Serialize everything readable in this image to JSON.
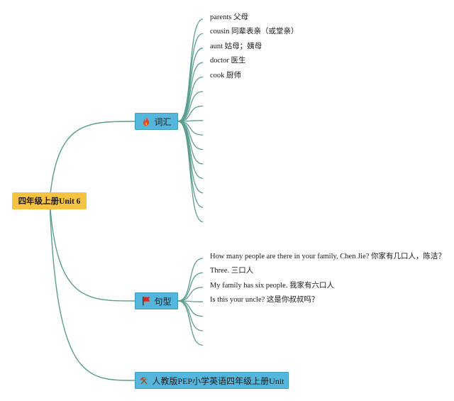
{
  "root": {
    "label": "四年级上册Unit 6"
  },
  "branches": {
    "vocab": {
      "label": "词汇",
      "icon": "fire-icon",
      "leaves": [
        "parents 父母",
        "cousin 同辈表亲（或堂亲）",
        "aunt 姑母；姨母",
        "doctor 医生",
        "cook 厨师",
        "",
        "",
        "",
        "",
        "",
        "",
        "",
        "",
        "",
        ""
      ]
    },
    "sentences": {
      "label": "句型",
      "icon": "flag-icon",
      "leaves": [
        "How many people are there in your family, Chen Jie? 你家有几口人，陈洁？",
        "Three. 三口人",
        "My family has six people. 我家有六口人",
        "Is this your uncle? 这是你叔叔吗？",
        "",
        "",
        ""
      ]
    },
    "book": {
      "label": "人教版PEP小学英语四年级上册Unit",
      "icon": "hammer-pick-icon"
    }
  },
  "colors": {
    "line": "#5a9e8f",
    "root_bg": "#f5c242",
    "branch_bg": "#55b6db"
  }
}
